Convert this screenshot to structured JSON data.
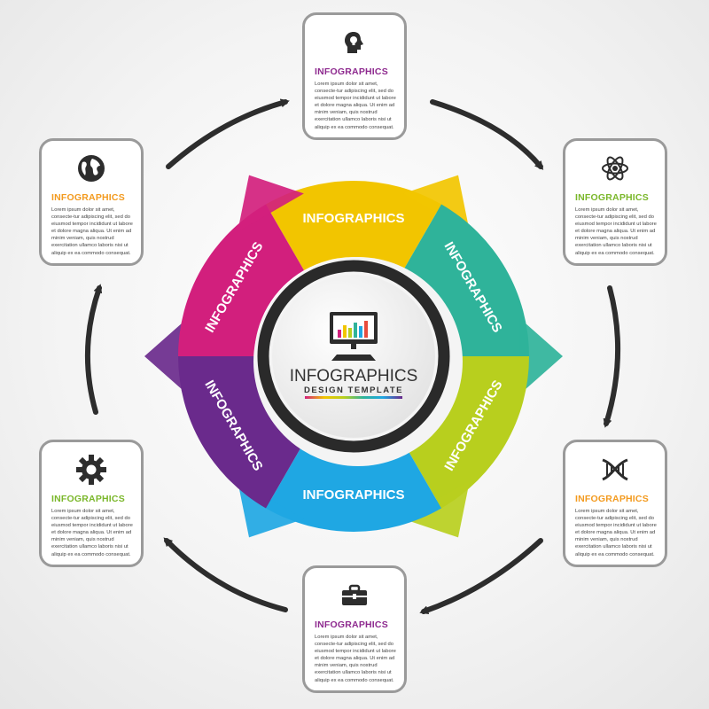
{
  "center": {
    "title": "INFOGRAPHICS",
    "subtitle": "DESIGN TEMPLATE",
    "icon": "monitor-chart-icon"
  },
  "segments": [
    {
      "label": "INFOGRAPHICS",
      "color": "#f2c500"
    },
    {
      "label": "INFOGRAPHICS",
      "color": "#2fb39a"
    },
    {
      "label": "INFOGRAPHICS",
      "color": "#b8cf1e"
    },
    {
      "label": "INFOGRAPHICS",
      "color": "#1fa7e3"
    },
    {
      "label": "INFOGRAPHICS",
      "color": "#6a2a8c"
    },
    {
      "label": "INFOGRAPHICS",
      "color": "#d21f7d"
    }
  ],
  "cards": [
    {
      "title": "INFOGRAPHICS",
      "color": "#8e2a8f",
      "icon": "head-lightbulb-icon",
      "body": "Lorem ipsum dolor sit amet, consecte-tur adipiscing elit, sed do eiusmod tempor incididunt ut labore et dolore magna aliqua. Ut enim ad minim veniam, quis nostrud exercitation ullamco laboris nisi ut aliquip ex ea commodo consequat."
    },
    {
      "title": "INFOGRAPHICS",
      "color": "#7ab72a",
      "icon": "atom-icon",
      "body": "Lorem ipsum dolor sit amet, consecte-tur adipiscing elit, sed do eiusmod tempor incididunt ut labore et dolore magna aliqua. Ut enim ad minim veniam, quis nostrud exercitation ullamco laboris nisi ut aliquip ex ea commodo consequat."
    },
    {
      "title": "INFOGRAPHICS",
      "color": "#f39a1e",
      "icon": "dna-icon",
      "body": "Lorem ipsum dolor sit amet, consecte-tur adipiscing elit, sed do eiusmod tempor incididunt ut labore et dolore magna aliqua. Ut enim ad minim veniam, quis nostrud exercitation ullamco laboris nisi ut aliquip ex ea commodo consequat."
    },
    {
      "title": "INFOGRAPHICS",
      "color": "#8e2a8f",
      "icon": "briefcase-icon",
      "body": "Lorem ipsum dolor sit amet, consecte-tur adipiscing elit, sed do eiusmod tempor incididunt ut labore et dolore magna aliqua. Ut enim ad minim veniam, quis nostrud exercitation ullamco laboris nisi ut aliquip ex ea commodo consequat."
    },
    {
      "title": "INFOGRAPHICS",
      "color": "#7ab72a",
      "icon": "gear-icon",
      "body": "Lorem ipsum dolor sit amet, consecte-tur adipiscing elit, sed do eiusmod tempor incididunt ut labore et dolore magna aliqua. Ut enim ad minim veniam, quis nostrud exercitation ullamco laboris nisi ut aliquip ex ea commodo consequat."
    },
    {
      "title": "INFOGRAPHICS",
      "color": "#f39a1e",
      "icon": "globe-icon",
      "body": "Lorem ipsum dolor sit amet, consecte-tur adipiscing elit, sed do eiusmod tempor incididunt ut labore et dolore magna aliqua. Ut enim ad minim veniam, quis nostrud exercitation ullamco laboris nisi ut aliquip ex ea commodo consequat."
    }
  ]
}
